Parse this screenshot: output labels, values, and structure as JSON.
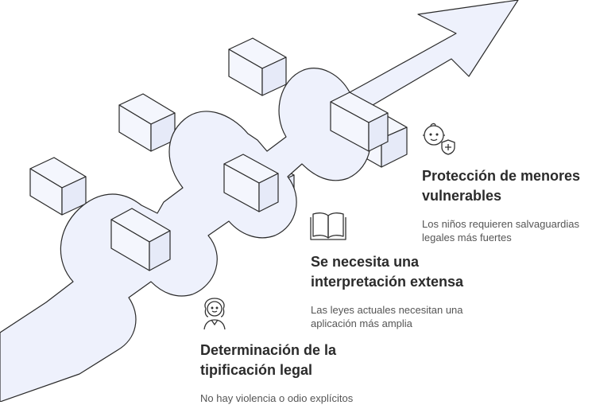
{
  "colors": {
    "ribbon_fill": "#eef1fc",
    "block_fill": "#f4f6fd",
    "stroke": "#2a2a2a",
    "title_text": "#2b2b2b",
    "desc_text": "#555555"
  },
  "steps": [
    {
      "icon": "judge-icon",
      "title_line1": "Determinación de la",
      "title_line2": "tipificación legal",
      "description": "No hay violencia o odio explícitos"
    },
    {
      "icon": "open-book-icon",
      "title_line1": "Se necesita una",
      "title_line2": "interpretación extensa",
      "description_line1": "Las leyes actuales necesitan una",
      "description_line2": "aplicación más amplia"
    },
    {
      "icon": "child-shield-icon",
      "title_line1": "Protección de menores",
      "title_line2": "vulnerables",
      "description_line1": "Los niños requieren salvaguardias",
      "description_line2": "legales más fuertes"
    }
  ]
}
